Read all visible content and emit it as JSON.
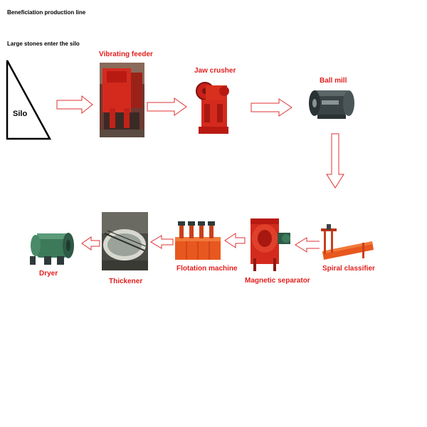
{
  "header": {
    "title": "Beneficiation production line",
    "subtitle": "Large stones enter the silo"
  },
  "silo": {
    "label": "Silo"
  },
  "stages": {
    "vibrating_feeder": "Vibrating feeder",
    "jaw_crusher": "Jaw crusher",
    "ball_mill": "Ball mill",
    "spiral_classifier": "Spiral classifier",
    "magnetic_separator": "Magnetic separator",
    "flotation_machine": "Flotation machine",
    "thickener": "Thickener",
    "dryer": "Dryer"
  },
  "colors": {
    "label_red": "#e0201e",
    "arrow_stroke": "#e03030",
    "machine_red": "#c8201a",
    "machine_orange": "#e8581e",
    "machine_dark": "#2e3a3a",
    "machine_green": "#3c7a5a"
  }
}
